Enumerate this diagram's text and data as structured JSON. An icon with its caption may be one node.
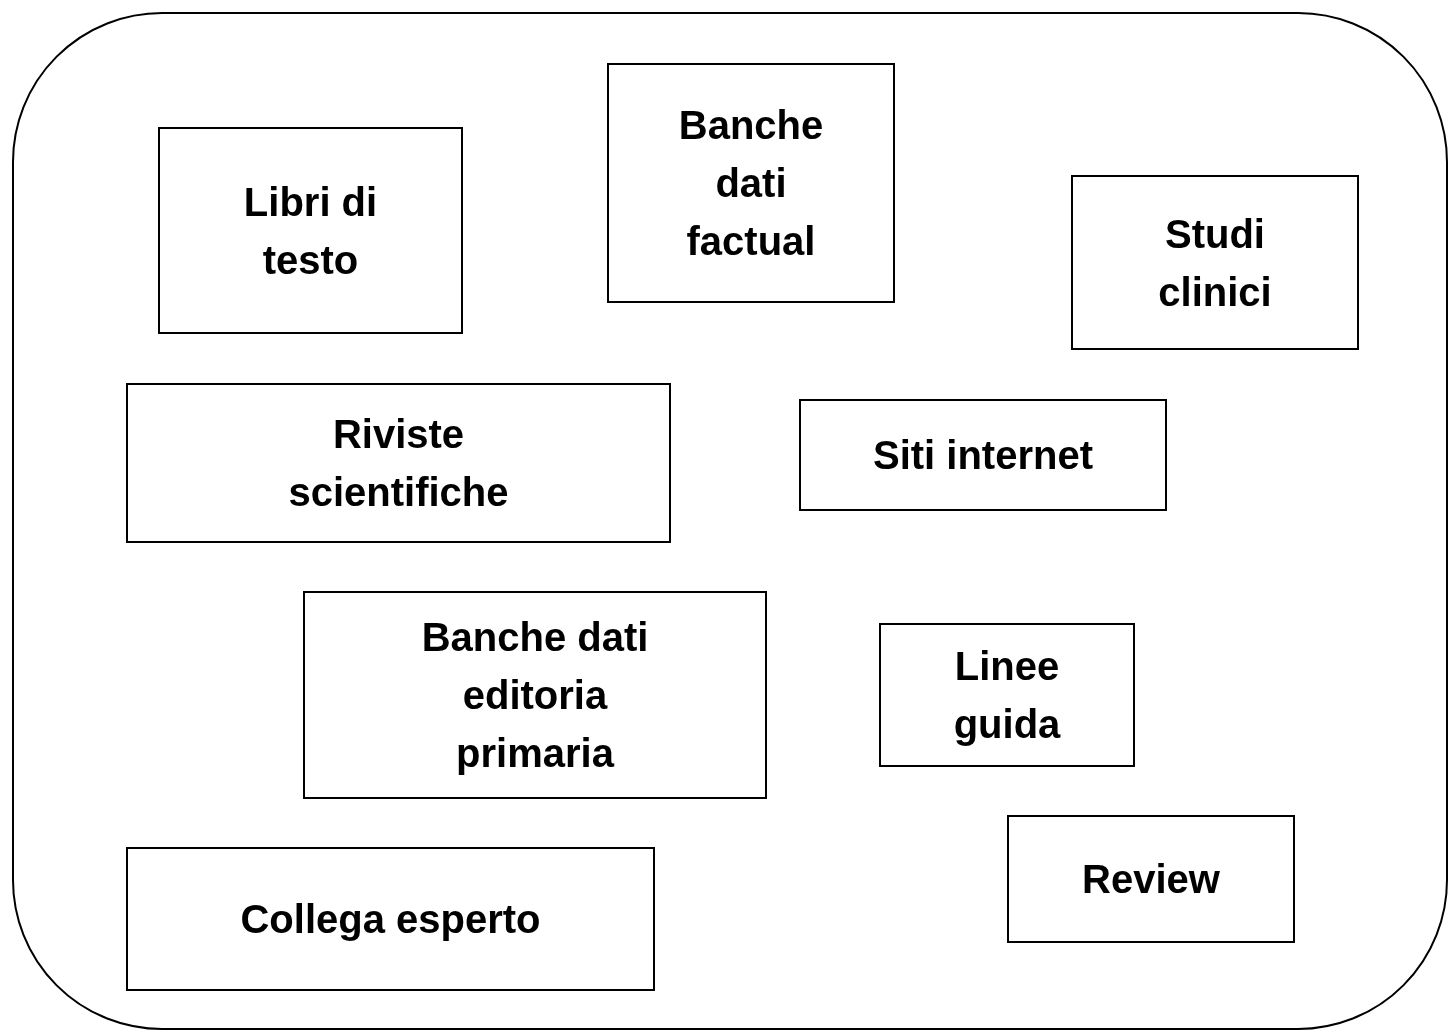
{
  "diagram": {
    "nodes": [
      {
        "text": [],
        "shape": "box"
      },
      {
        "text": [
          "Libri di testo"
        ],
        "in": 0
      },
      {
        "text": [
          "Banche dati factual"
        ],
        "in": 0
      },
      {
        "text": [
          "Studi clinici"
        ],
        "in": 0
      },
      {
        "text": [
          "Riviste scientifiche"
        ],
        "in": 0
      },
      {
        "text": [
          "Siti internet"
        ],
        "in": 0
      },
      {
        "text": [
          "Banche dati editoria primaria"
        ],
        "in": 0
      },
      {
        "text": [
          "Linee guida"
        ],
        "in": 0
      },
      {
        "text": [
          "Review"
        ],
        "in": 0
      },
      {
        "text": [
          "Collega esperto"
        ],
        "in": 0
      }
    ]
  }
}
